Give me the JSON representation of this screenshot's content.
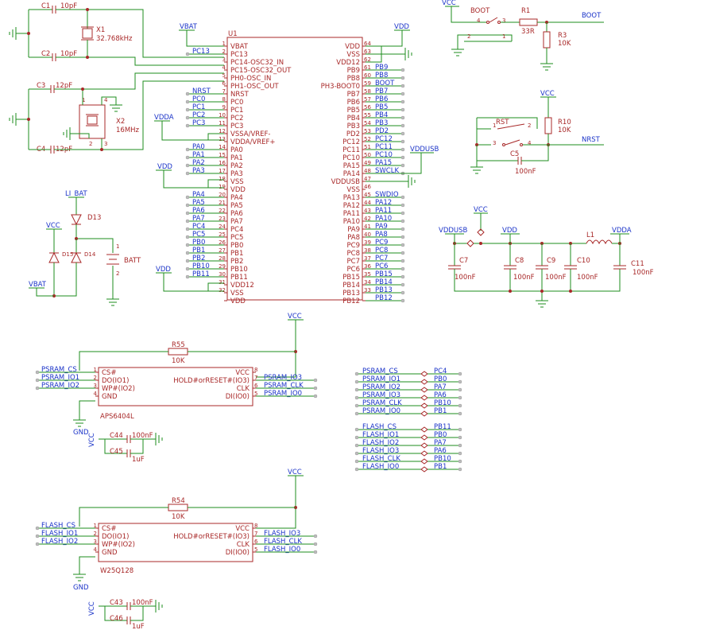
{
  "mcu": {
    "ref": "U1",
    "left_pins": [
      {
        "num": "1",
        "name": "VBAT"
      },
      {
        "num": "2",
        "name": "PC13"
      },
      {
        "num": "3",
        "name": "PC14-OSC32_IN"
      },
      {
        "num": "4",
        "name": "PC15-OSC32_OUT"
      },
      {
        "num": "5",
        "name": "PH0-OSC_IN"
      },
      {
        "num": "6",
        "name": "PH1-OSC_OUT"
      },
      {
        "num": "7",
        "name": "NRST"
      },
      {
        "num": "8",
        "name": "PC0"
      },
      {
        "num": "9",
        "name": "PC1"
      },
      {
        "num": "10",
        "name": "PC2"
      },
      {
        "num": "11",
        "name": "PC3"
      },
      {
        "num": "12",
        "name": "VSSA/VREF-"
      },
      {
        "num": "13",
        "name": "VDDA/VREF+"
      },
      {
        "num": "14",
        "name": "PA0"
      },
      {
        "num": "15",
        "name": "PA1"
      },
      {
        "num": "16",
        "name": "PA2"
      },
      {
        "num": "17",
        "name": "PA3"
      },
      {
        "num": "18",
        "name": "VSS"
      },
      {
        "num": "19",
        "name": "VDD"
      },
      {
        "num": "20",
        "name": "PA4"
      },
      {
        "num": "21",
        "name": "PA5"
      },
      {
        "num": "22",
        "name": "PA6"
      },
      {
        "num": "23",
        "name": "PA7"
      },
      {
        "num": "24",
        "name": "PC4"
      },
      {
        "num": "25",
        "name": "PC5"
      },
      {
        "num": "26",
        "name": "PB0"
      },
      {
        "num": "27",
        "name": "PB1"
      },
      {
        "num": "28",
        "name": "PB2"
      },
      {
        "num": "29",
        "name": "PB10"
      },
      {
        "num": "30",
        "name": "PB11"
      },
      {
        "num": "31",
        "name": "VDD12"
      },
      {
        "num": "32",
        "name": "VSS"
      },
      {
        "num": "",
        "name": "VDD"
      }
    ],
    "right_pins": [
      {
        "num": "64",
        "name": "VDD"
      },
      {
        "num": "63",
        "name": "VSS"
      },
      {
        "num": "62",
        "name": "VDD12"
      },
      {
        "num": "61",
        "name": "PB9"
      },
      {
        "num": "60",
        "name": "PB8"
      },
      {
        "num": "59",
        "name": "PH3-BOOT0"
      },
      {
        "num": "58",
        "name": "PB7"
      },
      {
        "num": "57",
        "name": "PB6"
      },
      {
        "num": "56",
        "name": "PB5"
      },
      {
        "num": "55",
        "name": "PB4"
      },
      {
        "num": "54",
        "name": "PB3"
      },
      {
        "num": "53",
        "name": "PD2"
      },
      {
        "num": "52",
        "name": "PC12"
      },
      {
        "num": "51",
        "name": "PC11"
      },
      {
        "num": "50",
        "name": "PC10"
      },
      {
        "num": "49",
        "name": "PA15"
      },
      {
        "num": "48",
        "name": "PA14"
      },
      {
        "num": "47",
        "name": "VDDUSB"
      },
      {
        "num": "46",
        "name": "VSS"
      },
      {
        "num": "45",
        "name": "PA13"
      },
      {
        "num": "44",
        "name": "PA12"
      },
      {
        "num": "43",
        "name": "PA11"
      },
      {
        "num": "42",
        "name": "PA10"
      },
      {
        "num": "41",
        "name": "PA9"
      },
      {
        "num": "40",
        "name": "PA8"
      },
      {
        "num": "39",
        "name": "PC9"
      },
      {
        "num": "38",
        "name": "PC8"
      },
      {
        "num": "37",
        "name": "PC7"
      },
      {
        "num": "36",
        "name": "PC6"
      },
      {
        "num": "35",
        "name": "PB15"
      },
      {
        "num": "34",
        "name": "PB14"
      },
      {
        "num": "33",
        "name": "PB13"
      },
      {
        "num": "",
        "name": "PB12"
      }
    ],
    "left_nets": [
      {
        "row": 1,
        "text": "PC13"
      },
      {
        "row": 6,
        "text": "NRST"
      },
      {
        "row": 7,
        "text": "PC0"
      },
      {
        "row": 8,
        "text": "PC1"
      },
      {
        "row": 9,
        "text": "PC2"
      },
      {
        "row": 10,
        "text": "PC3"
      },
      {
        "row": 13,
        "text": "PA0"
      },
      {
        "row": 14,
        "text": "PA1"
      },
      {
        "row": 15,
        "text": "PA2"
      },
      {
        "row": 16,
        "text": "PA3"
      },
      {
        "row": 19,
        "text": "PA4"
      },
      {
        "row": 20,
        "text": "PA5"
      },
      {
        "row": 21,
        "text": "PA6"
      },
      {
        "row": 22,
        "text": "PA7"
      },
      {
        "row": 23,
        "text": "PC4"
      },
      {
        "row": 24,
        "text": "PC5"
      },
      {
        "row": 25,
        "text": "PB0"
      },
      {
        "row": 26,
        "text": "PB1"
      },
      {
        "row": 27,
        "text": "PB2"
      },
      {
        "row": 28,
        "text": "PB10"
      },
      {
        "row": 29,
        "text": "PB11"
      }
    ],
    "right_nets": [
      {
        "row": 3,
        "text": "PB9"
      },
      {
        "row": 4,
        "text": "PB8"
      },
      {
        "row": 5,
        "text": "BOOT"
      },
      {
        "row": 6,
        "text": "PB7"
      },
      {
        "row": 7,
        "text": "PB6"
      },
      {
        "row": 8,
        "text": "PB5"
      },
      {
        "row": 9,
        "text": "PB4"
      },
      {
        "row": 10,
        "text": "PB3"
      },
      {
        "row": 11,
        "text": "PD2"
      },
      {
        "row": 12,
        "text": "PC12"
      },
      {
        "row": 13,
        "text": "PC11"
      },
      {
        "row": 14,
        "text": "PC10"
      },
      {
        "row": 15,
        "text": "PA15"
      },
      {
        "row": 16,
        "text": "SWCLK"
      },
      {
        "row": 19,
        "text": "SWDIO"
      },
      {
        "row": 20,
        "text": "PA12"
      },
      {
        "row": 21,
        "text": "PA11"
      },
      {
        "row": 22,
        "text": "PA10"
      },
      {
        "row": 23,
        "text": "PA9"
      },
      {
        "row": 24,
        "text": "PA8"
      },
      {
        "row": 25,
        "text": "PC9"
      },
      {
        "row": 26,
        "text": "PC8"
      },
      {
        "row": 27,
        "text": "PC7"
      },
      {
        "row": 28,
        "text": "PC6"
      },
      {
        "row": 29,
        "text": "PB15"
      },
      {
        "row": 30,
        "text": "PB14"
      },
      {
        "row": 31,
        "text": "PB13"
      },
      {
        "row": 32,
        "text": "PB12"
      }
    ]
  },
  "power": {
    "vbat": "VBAT",
    "vdda": "VDDA",
    "vdd": "VDD",
    "vddusb": "VDDUSB",
    "vcc": "VCC",
    "gnd": "GND",
    "li_bat": "LI_BAT",
    "batt": "BATT"
  },
  "crystals": {
    "c1": "C1",
    "c1_val": "10pF",
    "c2": "C2",
    "c2_val": "10pF",
    "x1": "X1",
    "x1_val": "32.768kHz",
    "c3": "C3",
    "c3_val": "12pF",
    "c4": "C4",
    "c4_val": "12pF",
    "x2": "X2",
    "x2_val": "16MHz",
    "x2_p1": "1",
    "x2_p2": "2",
    "x2_p3": "3",
    "x2_p4": "4"
  },
  "boot": {
    "label": "BOOT",
    "pin4": "4",
    "pin3": "3",
    "pin2": "2",
    "pin1": "1",
    "r1": "R1",
    "r1_val": "33R",
    "r3": "R3",
    "r3_val": "10K",
    "net": "BOOT"
  },
  "reset": {
    "label": "RST",
    "pin1": "1",
    "pin2": "2",
    "pin3": "3",
    "pin4": "4",
    "r10": "R10",
    "r10_val": "10K",
    "c5": "C5",
    "c5_val": "100nF",
    "net": "NRST"
  },
  "diodes": {
    "d13": "D13",
    "d15": "D15",
    "d14": "D14",
    "batt_pin1": "1",
    "batt_pin2": "2"
  },
  "decoupling": {
    "c7": "C7",
    "c8": "C8",
    "c9": "C9",
    "c10": "C10",
    "c11": "C11",
    "val": "100nF",
    "l1": "L1"
  },
  "psram": {
    "ref": "APS6404L",
    "r": "R55",
    "r_val": "10K",
    "left_pins": [
      {
        "num": "1",
        "name": "CS#"
      },
      {
        "num": "2",
        "name": "DO(IO1)"
      },
      {
        "num": "3",
        "name": "WP#(IO2)"
      },
      {
        "num": "4",
        "name": "GND"
      }
    ],
    "right_pins": [
      {
        "num": "8",
        "name": "VCC"
      },
      {
        "num": "7",
        "name": "HOLD#orRESET#(IO3)"
      },
      {
        "num": "6",
        "name": "CLK"
      },
      {
        "num": "5",
        "name": "DI(IO0)"
      }
    ],
    "left_nets": [
      "PSRAM_CS",
      "PSRAM_IO1",
      "PSRAM_IO2"
    ],
    "right_nets": [
      "PSRAM_IO3",
      "PSRAM_CLK",
      "PSRAM_IO0"
    ],
    "c44": "C44",
    "c44_val": "100nF",
    "c45": "C45",
    "c45_val": "1uF"
  },
  "flash": {
    "ref": "W25Q128",
    "r": "R54",
    "r_val": "10K",
    "left_pins": [
      {
        "num": "1",
        "name": "CS#"
      },
      {
        "num": "2",
        "name": "DO(IO1)"
      },
      {
        "num": "3",
        "name": "WP#(IO2)"
      },
      {
        "num": "4",
        "name": "GND"
      }
    ],
    "right_pins": [
      {
        "num": "8",
        "name": "VCC"
      },
      {
        "num": "7",
        "name": "HOLD#orRESET#(IO3)"
      },
      {
        "num": "6",
        "name": "CLK"
      },
      {
        "num": "5",
        "name": "DI(IO0)"
      }
    ],
    "left_nets": [
      "FLASH_CS",
      "FLASH_IO1",
      "FLASH_IO2"
    ],
    "right_nets": [
      "FLASH_IO3",
      "FLASH_CLK",
      "FLASH_IO0"
    ],
    "c43": "C43",
    "c43_val": "100nF",
    "c46": "C46",
    "c46_val": "1uF"
  },
  "net_map": {
    "psram": [
      {
        "net": "PSRAM_CS",
        "pin": "PC4"
      },
      {
        "net": "PSRAM_IO1",
        "pin": "PB0"
      },
      {
        "net": "PSRAM_IO2",
        "pin": "PA7"
      },
      {
        "net": "PSRAM_IO3",
        "pin": "PA6"
      },
      {
        "net": "PSRAM_CLK",
        "pin": "PB10"
      },
      {
        "net": "PSRAM_IO0",
        "pin": "PB1"
      }
    ],
    "flash": [
      {
        "net": "FLASH_CS",
        "pin": "PB11"
      },
      {
        "net": "FLASH_IO1",
        "pin": "PB0"
      },
      {
        "net": "FLASH_IO2",
        "pin": "PA7"
      },
      {
        "net": "FLASH_IO3",
        "pin": "PA6"
      },
      {
        "net": "FLASH_CLK",
        "pin": "PB10"
      },
      {
        "net": "FLASH_IO0",
        "pin": "PB1"
      }
    ]
  }
}
